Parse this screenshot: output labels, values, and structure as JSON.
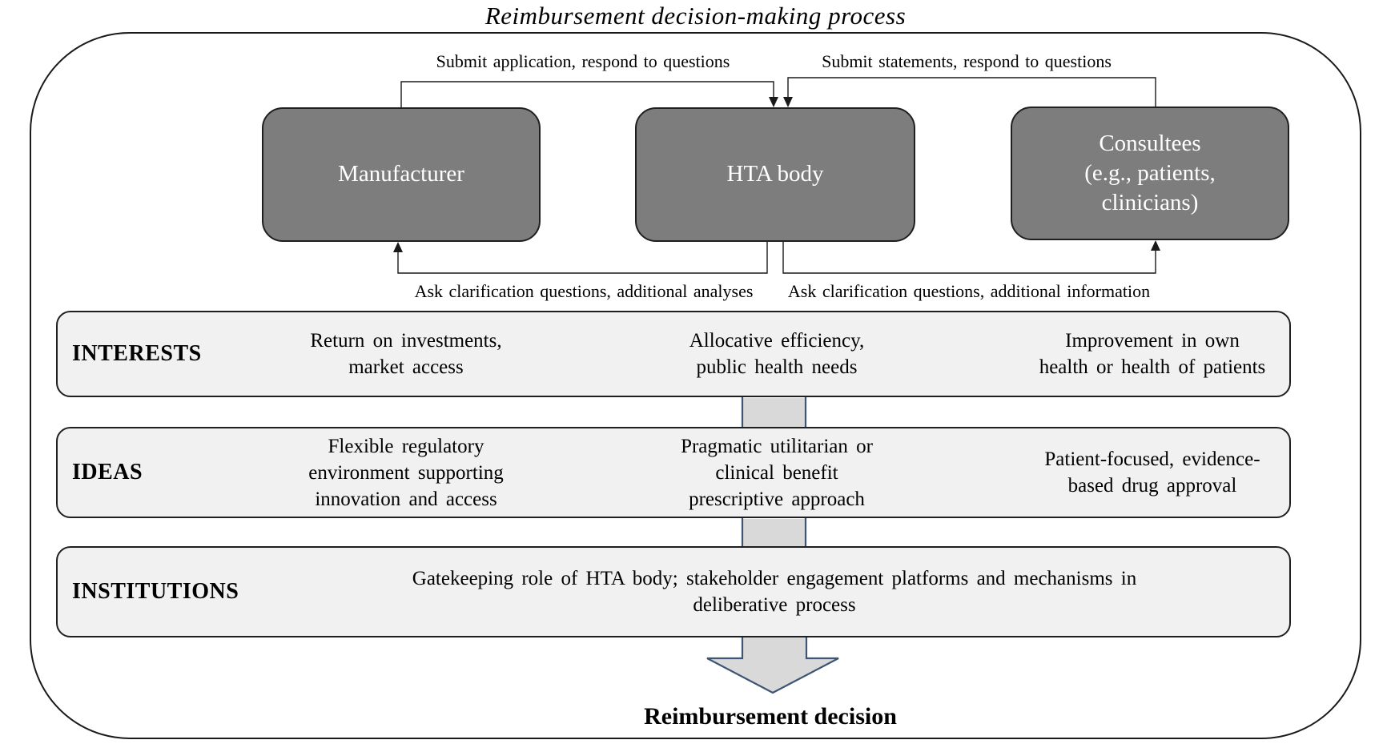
{
  "title": "Reimbursement decision-making process",
  "actors": [
    {
      "label": "Manufacturer"
    },
    {
      "label": "HTA body"
    },
    {
      "label": "Consultees\n(e.g., patients,\nclinicians)"
    }
  ],
  "flows": {
    "top_left": "Submit application, respond to questions",
    "top_right": "Submit statements, respond to questions",
    "bottom_left": "Ask clarification  questions, additional  analyses",
    "bottom_right": "Ask clarification  questions, additional  information"
  },
  "rows": [
    {
      "label": "INTERESTS",
      "cells": [
        "Return on investments,\nmarket access",
        "Allocative  efficiency,\npublic health needs",
        "Improvement  in own\nhealth or health of patients"
      ]
    },
    {
      "label": "IDEAS",
      "cells": [
        "Flexible  regulatory\nenvironment  supporting\ninnovation  and access",
        "Pragmatic  utilitarian  or\nclinical  benefit\nprescriptive  approach",
        "Patient-focused,  evidence-\nbased drug approval"
      ]
    },
    {
      "label": "INSTITUTIONS",
      "cells": [
        "Gatekeeping  role of HTA body; stakeholder  engagement  platforms  and mechanisms  in\ndeliberative  process"
      ]
    }
  ],
  "decision_label": "Reimbursement decision",
  "colors": {
    "actor_fill": "#7d7d7d",
    "actor_text": "#ffffff",
    "row_fill": "#f1f1f1",
    "border_dark": "#1f1f1f",
    "shaft_fill": "#d9d9d9",
    "shaft_border": "#3e5574",
    "line": "#1a1a1a",
    "text": "#000000"
  }
}
